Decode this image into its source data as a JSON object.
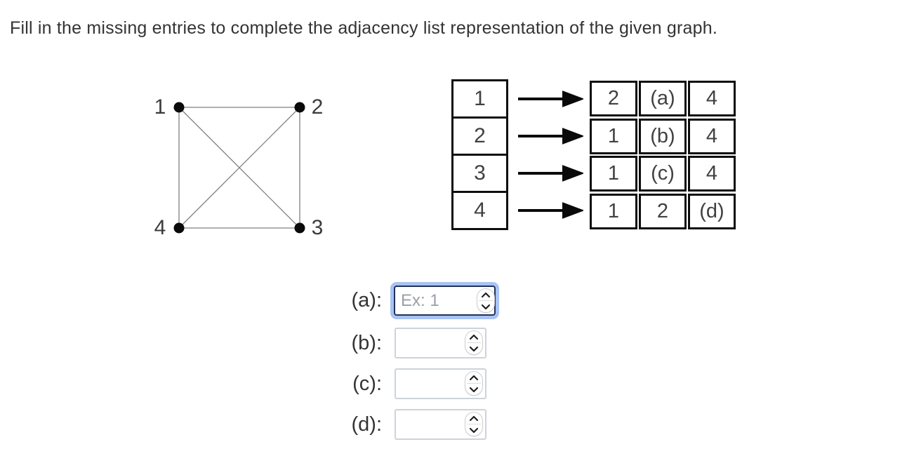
{
  "title": "Fill in the missing entries to complete the adjacency list representation of the given graph.",
  "graph": {
    "vertices": [
      {
        "label": "1",
        "position": "top-left"
      },
      {
        "label": "2",
        "position": "top-right"
      },
      {
        "label": "3",
        "position": "bottom-right"
      },
      {
        "label": "4",
        "position": "bottom-left"
      }
    ],
    "edges": [
      [
        "1",
        "2"
      ],
      [
        "2",
        "3"
      ],
      [
        "3",
        "4"
      ],
      [
        "4",
        "1"
      ],
      [
        "1",
        "3"
      ],
      [
        "2",
        "4"
      ]
    ]
  },
  "adjacency_list": {
    "vertices": [
      "1",
      "2",
      "3",
      "4"
    ],
    "rows": [
      {
        "vertex": "1",
        "neighbors": [
          "2",
          "(a)",
          "4"
        ]
      },
      {
        "vertex": "2",
        "neighbors": [
          "1",
          "(b)",
          "4"
        ]
      },
      {
        "vertex": "3",
        "neighbors": [
          "1",
          "(c)",
          "4"
        ]
      },
      {
        "vertex": "4",
        "neighbors": [
          "1",
          "2",
          "(d)"
        ]
      }
    ]
  },
  "answers": [
    {
      "label": "(a):",
      "value": "",
      "placeholder": "Ex: 1",
      "focused": true
    },
    {
      "label": "(b):",
      "value": "",
      "placeholder": "",
      "focused": false
    },
    {
      "label": "(c):",
      "value": "",
      "placeholder": "",
      "focused": false
    },
    {
      "label": "(d):",
      "value": "",
      "placeholder": "",
      "focused": false
    }
  ],
  "colors": {
    "focus_ring": "#a8c3f4",
    "focus_border": "#223159",
    "input_border": "#ccd3da",
    "table_border": "#0e0e0e",
    "text": "#414141",
    "placeholder": "#9aa0a6"
  }
}
